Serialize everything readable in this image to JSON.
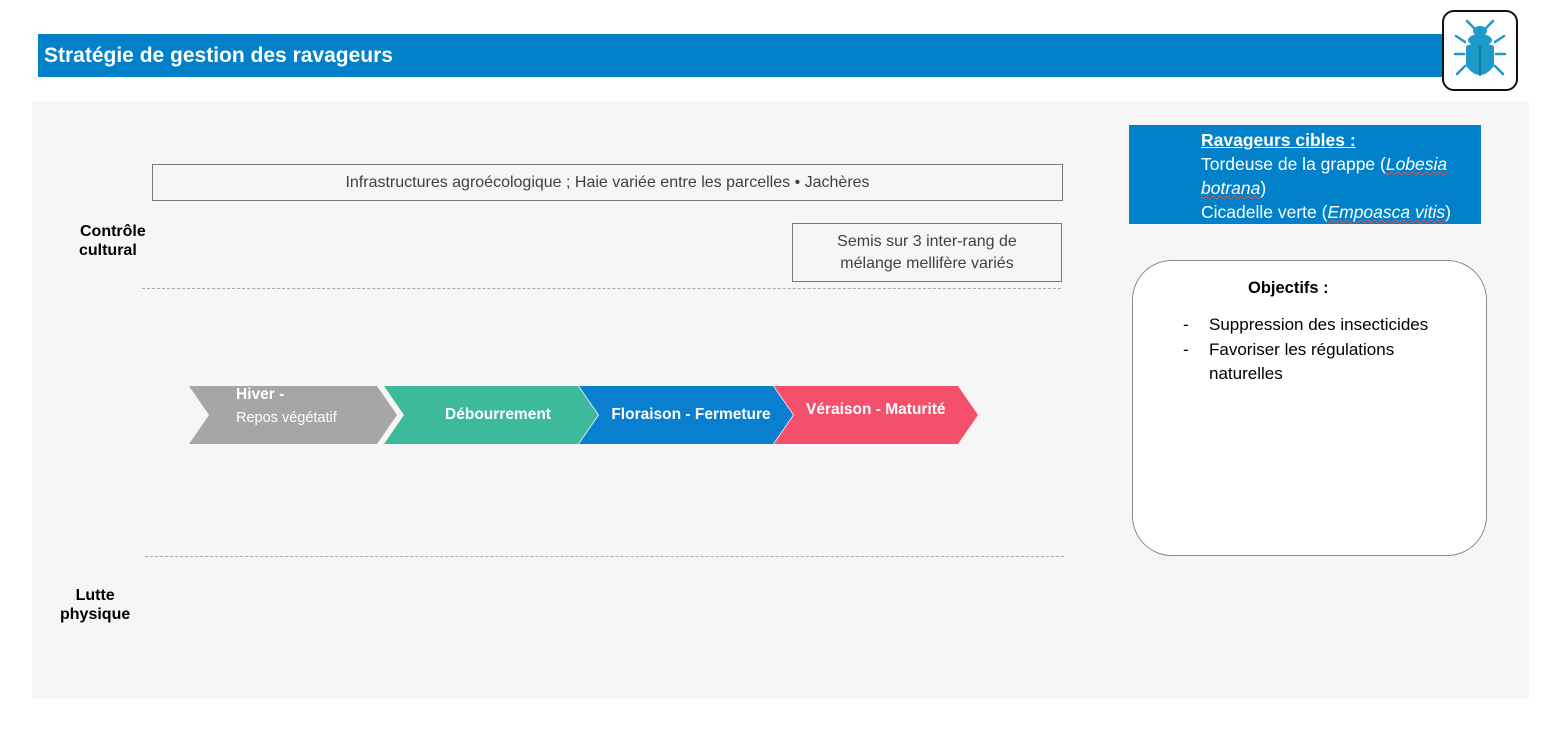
{
  "header": {
    "title": "Stratégie de gestion des ravageurs",
    "icon": "beetle-icon"
  },
  "rows": {
    "cultural": {
      "line1": "Contrôle",
      "line2": "cultural"
    },
    "physical": {
      "line1": "Lutte",
      "line2": "physique"
    }
  },
  "cultural_measures": {
    "infrastructure": "Infrastructures agroécologique ; Haie variée entre les parcelles • Jachères",
    "sowing_line1": "Semis sur 3 inter-rang de",
    "sowing_line2": "mélange mellifère variés"
  },
  "phases": [
    {
      "line1": "Hiver -",
      "line2": "Repos végétatif",
      "color": "#a6a6a6"
    },
    {
      "line1": "Débourrement",
      "color": "#3db99b"
    },
    {
      "line1": "Floraison - Fermeture",
      "color": "#0a7fcf"
    },
    {
      "line1": "Véraison - Maturité",
      "color": "#f4506b"
    }
  ],
  "targets": {
    "heading": "Ravageurs cibles :",
    "pest1_name": "Tordeuse de la grappe (",
    "pest1_species_a": "Lobesia",
    "pest1_species_b": "botrana",
    "pest1_close": ")",
    "pest2_name": "Cicadelle verte (",
    "pest2_species": "Empoasca vitis",
    "pest2_close": ")",
    "color": "#0081c9"
  },
  "objectives": {
    "title": "Objectifs :",
    "items": [
      "Suppression des insecticides",
      "Favoriser les régulations naturelles"
    ]
  }
}
